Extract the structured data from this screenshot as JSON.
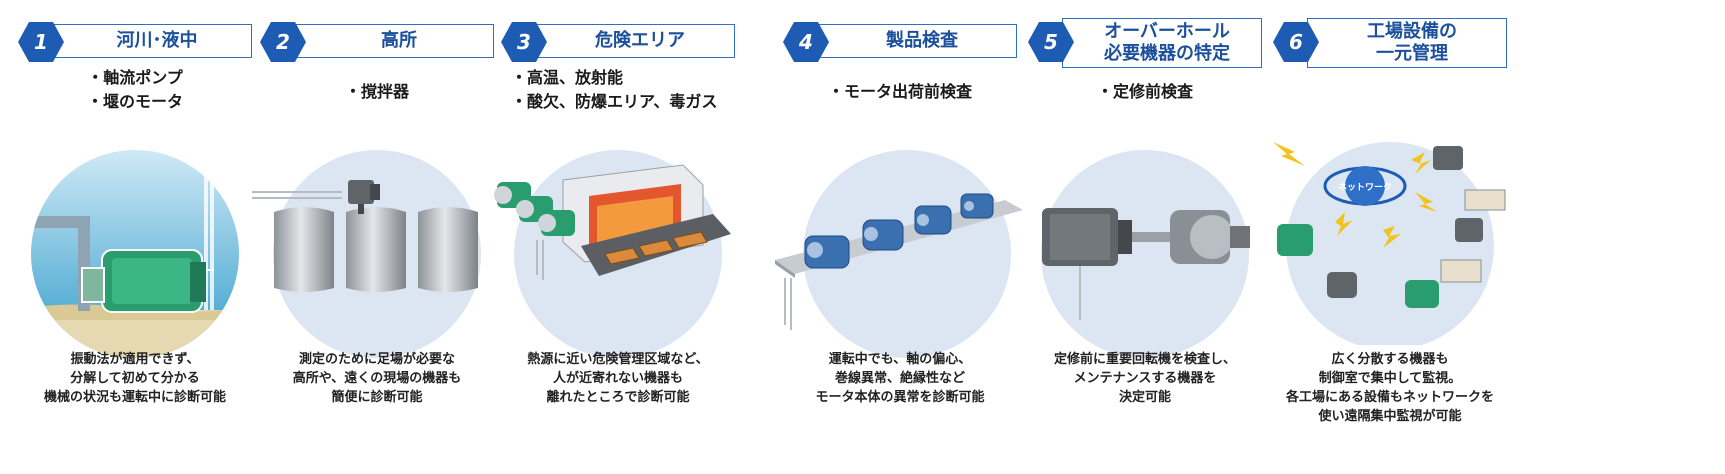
{
  "colors": {
    "badge": "#1e5cb3",
    "title_text": "#1c4f9c",
    "title_border": "#2f6fc1",
    "circle": "#dce6f2",
    "motor_green": "#2a9d6e",
    "motor_blue": "#3a6fb0",
    "motor_gray": "#6f7378",
    "bolt": "#f2c31a"
  },
  "panels": [
    {
      "number": "1",
      "title_lines": [
        "河川･液中"
      ],
      "bullets": [
        "・軸流ポンプ",
        "・堰のモータ"
      ],
      "description": [
        "振動法が適用できず、",
        "分解して初めて分かる",
        "機械の状況も運転中に診断可能"
      ]
    },
    {
      "number": "2",
      "title_lines": [
        "高所"
      ],
      "bullets": [
        "・撹拌器"
      ],
      "description": [
        "測定のために足場が必要な",
        "高所や、遠くの現場の機器も",
        "簡便に診断可能"
      ]
    },
    {
      "number": "3",
      "title_lines": [
        "危険エリア"
      ],
      "bullets": [
        "・高温、放射能",
        "・酸欠、防爆エリア、毒ガス"
      ],
      "description": [
        "熱源に近い危険管理区域など、",
        "人が近寄れない機器も",
        "離れたところで診断可能"
      ]
    },
    {
      "number": "4",
      "title_lines": [
        "製品検査"
      ],
      "bullets": [
        "・モータ出荷前検査"
      ],
      "description": [
        "運転中でも、軸の偏心、",
        "巻線異常、絶縁性など",
        "モータ本体の異常を診断可能"
      ]
    },
    {
      "number": "5",
      "title_lines": [
        "オーバーホール",
        "必要機器の特定"
      ],
      "bullets": [
        "・定修前検査"
      ],
      "description": [
        "定修前に重要回転機を検査し、",
        "メンテナンスする機器を",
        "決定可能"
      ]
    },
    {
      "number": "6",
      "title_lines": [
        "工場設備の",
        "一元管理"
      ],
      "bullets": [],
      "description": [
        "広く分散する機器も",
        "制御室で集中して監視。",
        "各工場にある設備もネットワークを",
        "使い遠隔集中監視が可能"
      ],
      "network_label": "ネットワーク"
    }
  ]
}
